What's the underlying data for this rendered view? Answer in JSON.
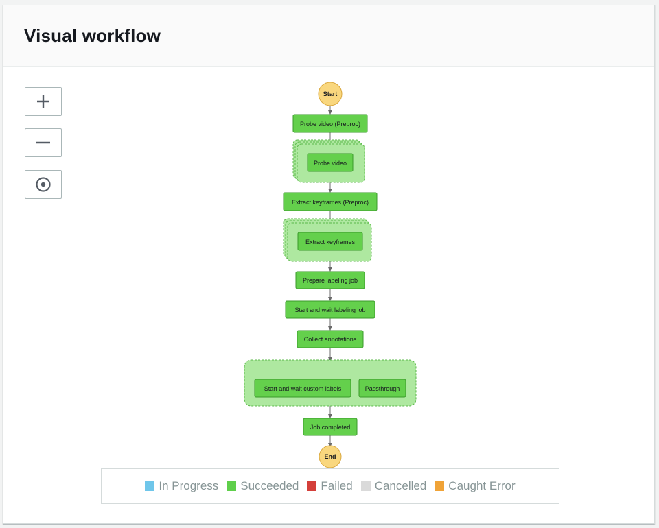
{
  "panel": {
    "title": "Visual workflow"
  },
  "controls": {
    "zoom_in": "zoom-in-icon",
    "zoom_out": "zoom-out-icon",
    "center": "center-icon"
  },
  "workflow": {
    "start": "Start",
    "end": "End",
    "states": {
      "probe_preproc": "Probe video (Preproc)",
      "probe_video": "Probe video",
      "extract_preproc": "Extract keyframes (Preproc)",
      "extract_keyframes": "Extract keyframes",
      "prepare_labeling": "Prepare labeling job",
      "start_wait_labeling": "Start and wait labeling job",
      "collect_annotations": "Collect annotations",
      "start_wait_custom": "Start and wait custom labels",
      "passthrough": "Passthrough",
      "job_completed": "Job completed"
    }
  },
  "legend": [
    {
      "label": "In Progress",
      "color": "#6fc6ea"
    },
    {
      "label": "Succeeded",
      "color": "#5fcf4b"
    },
    {
      "label": "Failed",
      "color": "#d43f3a"
    },
    {
      "label": "Cancelled",
      "color": "#dadada"
    },
    {
      "label": "Caught Error",
      "color": "#f0a337"
    }
  ],
  "colors": {
    "succeeded_fill": "#64d04c",
    "succeeded_stroke": "#3a9a2a",
    "group_fill": "#aee8a0",
    "terminal_fill": "#f9d77e",
    "terminal_stroke": "#d9a73d",
    "edge": "#6b6b6b"
  }
}
